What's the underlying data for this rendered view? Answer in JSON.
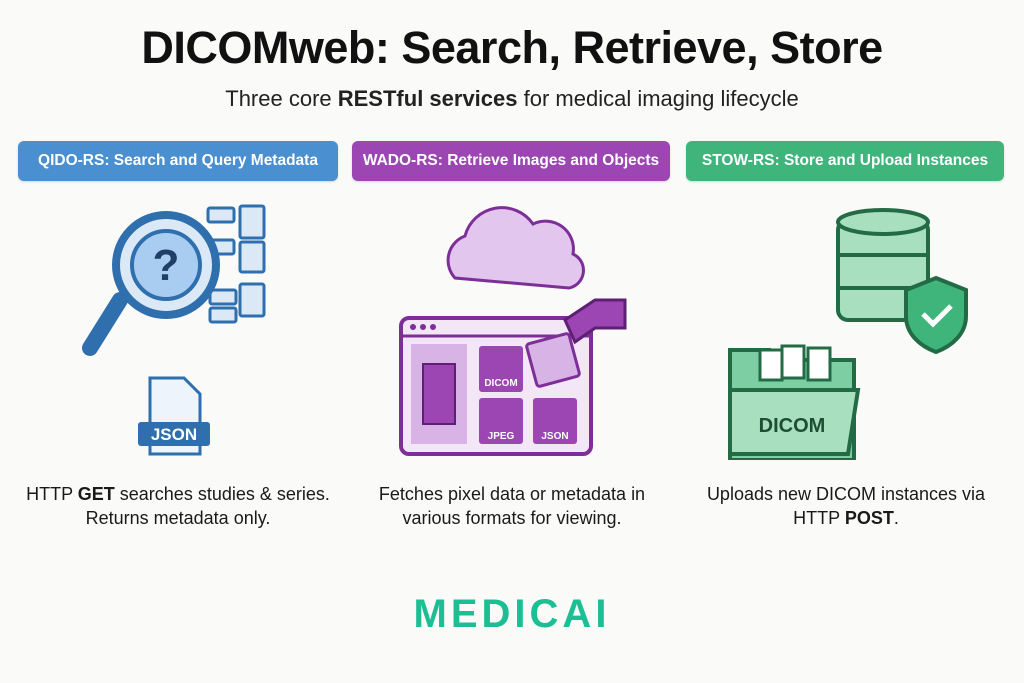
{
  "header": {
    "title": "DICOMweb: Search, Retrieve, Store",
    "subtitle_pre": "Three core ",
    "subtitle_bold": "RESTful services",
    "subtitle_post": " for medical imaging lifecycle"
  },
  "columns": [
    {
      "label": "QIDO-RS: Search and Query Metadata",
      "color": "#4a8fd0",
      "icon_text": "JSON",
      "desc_pre": "HTTP ",
      "desc_bold": "GET",
      "desc_post": " searches studies & series. Returns metadata only."
    },
    {
      "label": "WADO-RS: Retrieve Images and Objects",
      "color": "#9b46b2",
      "icon_labels": [
        "DICOM",
        "JPEG",
        "JSON"
      ],
      "desc_pre": "Fetches pixel data or metadata in various formats for viewing.",
      "desc_bold": "",
      "desc_post": ""
    },
    {
      "label": "STOW-RS: Store and Upload Instances",
      "color": "#3fb47b",
      "icon_text": "DICOM",
      "desc_pre": "Uploads new DICOM instances via HTTP ",
      "desc_bold": "POST",
      "desc_post": "."
    }
  ],
  "footer": {
    "logo": "MEDICAI",
    "logo_color": "#1cbf93"
  }
}
